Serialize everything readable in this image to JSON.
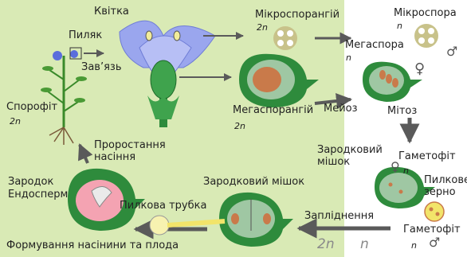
{
  "labels": {
    "flower": "Квітка",
    "anther": "Пиляк",
    "ovary": "Зав’язь",
    "microsporangium": "Мікроспорангій",
    "microsporangium_ploidy": "2n",
    "microspore": "Мікроспора",
    "microspore_ploidy": "n",
    "megaspore": "Мегаспора",
    "megaspore_ploidy": "n",
    "megasporangium": "Мегаспорангій",
    "megasporangium_ploidy": "2n",
    "sporophyte": "Спорофіт",
    "sporophyte_ploidy": "2n",
    "meiosis": "Мейоз",
    "mitosis": "Мітоз",
    "germination_line1": "Проростання",
    "germination_line2": "насіння",
    "embryo_sac_top_line1": "Зародковий",
    "embryo_sac_top_line2": "мішок",
    "gametophyte_female": "Гаметофіт",
    "gametophyte_female_ploidy": "n",
    "pollen_line1": "Пилкове",
    "pollen_line2": "зерно",
    "gametophyte_male": "Гаметофіт",
    "gametophyte_male_ploidy": "n",
    "embryo": "Зародок",
    "endosperm": "Ендосперм",
    "embryo_sac_bottom": "Зародковий мішок",
    "pollen_tube": "Пилкова трубка",
    "fertilization": "Запліднення",
    "seed_fruit_formation": "Формування насінини та плода",
    "diploid_phase": "2n",
    "haploid_phase": "n"
  },
  "symbols": {
    "female": "♀",
    "male": "♂"
  },
  "colors": {
    "diploid_bg": "#d9eab5",
    "haploid_bg": "#ffffff",
    "tissue_green": "#2e8b3c",
    "ovule_orange": "#c97a4a",
    "petal_blue": "#9aa6ee",
    "spore_tan": "#c8c28a",
    "arrow_gray": "#5a5a5a"
  }
}
